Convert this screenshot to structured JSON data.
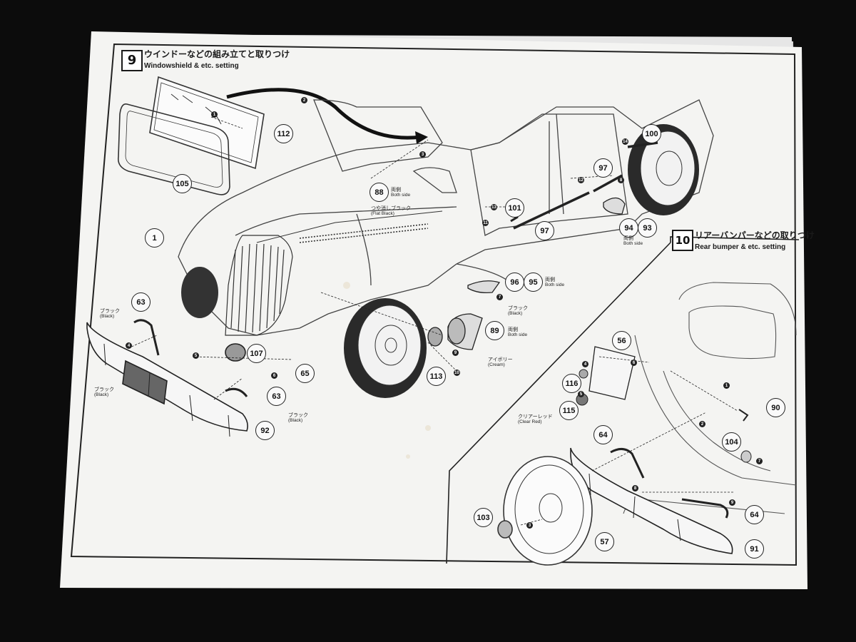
{
  "step9": {
    "number": "9",
    "title_jp": "ウインドーなどの組み立てと取りつけ",
    "title_en": "Windowshield & etc. setting"
  },
  "step10": {
    "number": "10",
    "title_jp": "リアーバンパーなどの取りつけ",
    "title_en": "Rear bumper & etc. setting"
  },
  "parts": {
    "p112": "112",
    "p105": "105",
    "p1": "1",
    "p88": "88",
    "p100": "100",
    "p97a": "97",
    "p97b": "97",
    "p101": "101",
    "p94": "94",
    "p93": "93",
    "p96": "96",
    "p95": "95",
    "p89": "89",
    "p63a": "63",
    "p107": "107",
    "p65": "65",
    "p63b": "63",
    "p92": "92",
    "p113": "113",
    "p56": "56",
    "p116": "116",
    "p115": "115",
    "p90": "90",
    "p104": "104",
    "p64a": "64",
    "p64b": "64",
    "p103": "103",
    "p57": "57",
    "p91": "91"
  },
  "notes": {
    "n88_jp": "両側",
    "n88_en": "Both side",
    "flat_jp": "つや消しブラック",
    "flat_en": "(Flat Black)",
    "n94_jp": "両側",
    "n94_en": "Both side",
    "n95_jp": "両側",
    "n95_en": "Both side",
    "black1_jp": "ブラック",
    "black1_en": "(Black)",
    "n89_jp": "両側",
    "n89_en": "Both side",
    "cream_jp": "アイボリー",
    "cream_en": "(Cream)",
    "black2_jp": "ブラック",
    "black2_en": "(Black)",
    "black3_jp": "ブラック",
    "black3_en": "(Black)",
    "black4_jp": "ブラック",
    "black4_en": "(Black)",
    "clearred_jp": "クリアーレッド",
    "clearred_en": "(Clear Red)"
  },
  "steps": {
    "s1": "1",
    "s2": "2",
    "s3": "3",
    "s4": "4",
    "s5": "5",
    "s6": "6",
    "s7": "7",
    "s8": "8",
    "s9": "9",
    "s10": "10",
    "s11": "11",
    "s12": "12",
    "s13": "13",
    "s14": "14",
    "r1": "1",
    "r2": "2",
    "r3": "3",
    "r4": "4",
    "r5": "5",
    "r6": "6",
    "r7": "7",
    "r8": "8",
    "r9": "9"
  }
}
